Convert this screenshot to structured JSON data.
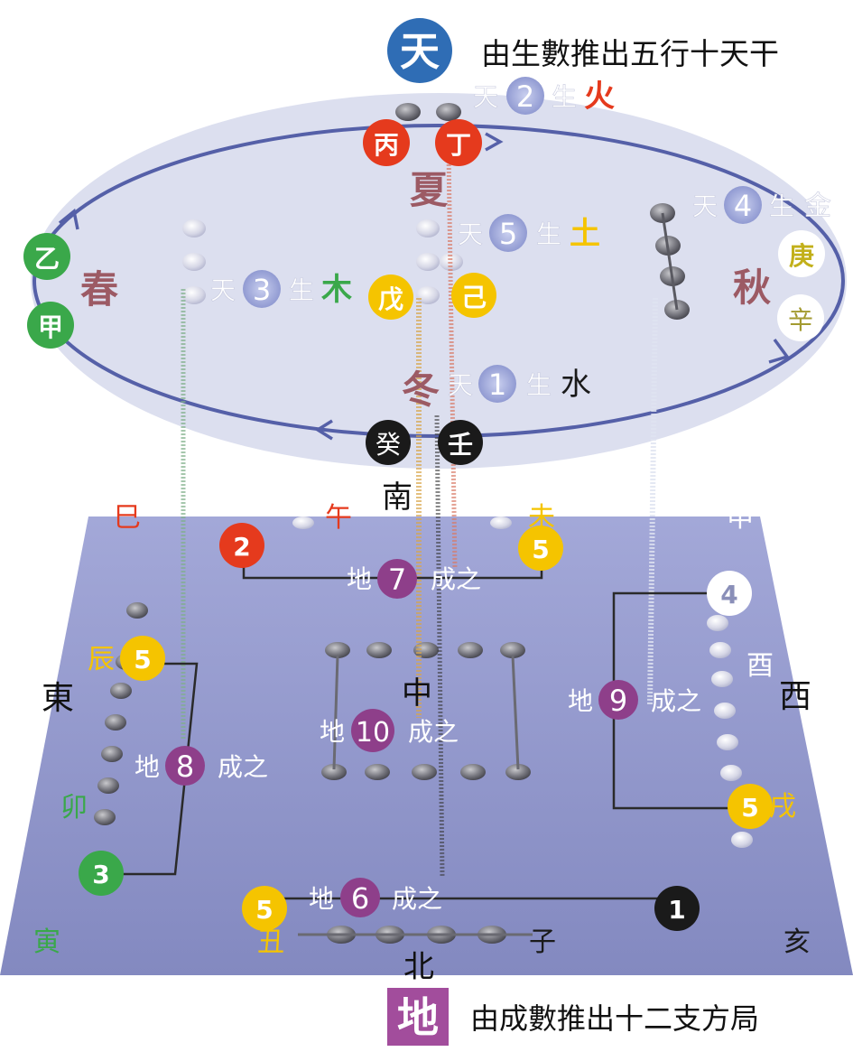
{
  "colors": {
    "heaven_blue": "#2f6db5",
    "fire_red": "#e53a1d",
    "earth_yellow": "#f5c400",
    "wood_green": "#3aa84a",
    "water_black": "#1a1a1a",
    "earth_purple": "#8e3f8a",
    "label_plum": "#9c5a64",
    "plane_fill": "#9096c8",
    "ellipse_fill": "#d8dbee",
    "cycle_line": "#5560a8"
  },
  "header": {
    "heaven_badge": "天",
    "heaven_caption": "由生數推出五行十天干"
  },
  "footer": {
    "earth_badge": "地",
    "earth_caption": "由成數推出十二支方局"
  },
  "heaven_seasons": {
    "spring": "春",
    "summer": "夏",
    "autumn": "秋",
    "winter": "冬"
  },
  "heavenly_stems": {
    "bing": "丙",
    "ding": "丁",
    "wu": "戊",
    "ji": "己",
    "yi": "乙",
    "jia": "甲",
    "geng": "庚",
    "xin": "辛",
    "gui": "癸",
    "ren": "壬"
  },
  "generation": {
    "fire": {
      "tian": "天",
      "num": "2",
      "sheng": "生",
      "element": "火"
    },
    "metal": {
      "tian": "天",
      "num": "4",
      "sheng": "生",
      "element": "金"
    },
    "earth": {
      "tian": "天",
      "num": "5",
      "sheng": "生",
      "element": "土"
    },
    "wood": {
      "tian": "天",
      "num": "3",
      "sheng": "生",
      "element": "木"
    },
    "water": {
      "tian": "天",
      "num": "1",
      "sheng": "生",
      "element": "水"
    }
  },
  "directions": {
    "south": "南",
    "east": "東",
    "west": "西",
    "north": "北",
    "center": "中"
  },
  "earthly_branches": {
    "si": "巳",
    "wu": "午",
    "wei": "未",
    "shen": "申",
    "chen": "辰",
    "you": "酉",
    "mao": "卯",
    "xu": "戌",
    "yin": "寅",
    "chou": "丑",
    "zi": "子",
    "hai": "亥"
  },
  "completion": {
    "south": {
      "di": "地",
      "num": "7",
      "suffix": "成之",
      "a": "2",
      "b": "5"
    },
    "west": {
      "di": "地",
      "num": "9",
      "suffix": "成之",
      "a": "4",
      "b": "5"
    },
    "center": {
      "di": "地",
      "num": "10",
      "suffix": "成之"
    },
    "east": {
      "di": "地",
      "num": "8",
      "suffix": "成之",
      "a": "5",
      "b": "3"
    },
    "north": {
      "di": "地",
      "num": "6",
      "suffix": "成之",
      "a": "5",
      "b": "1"
    }
  }
}
